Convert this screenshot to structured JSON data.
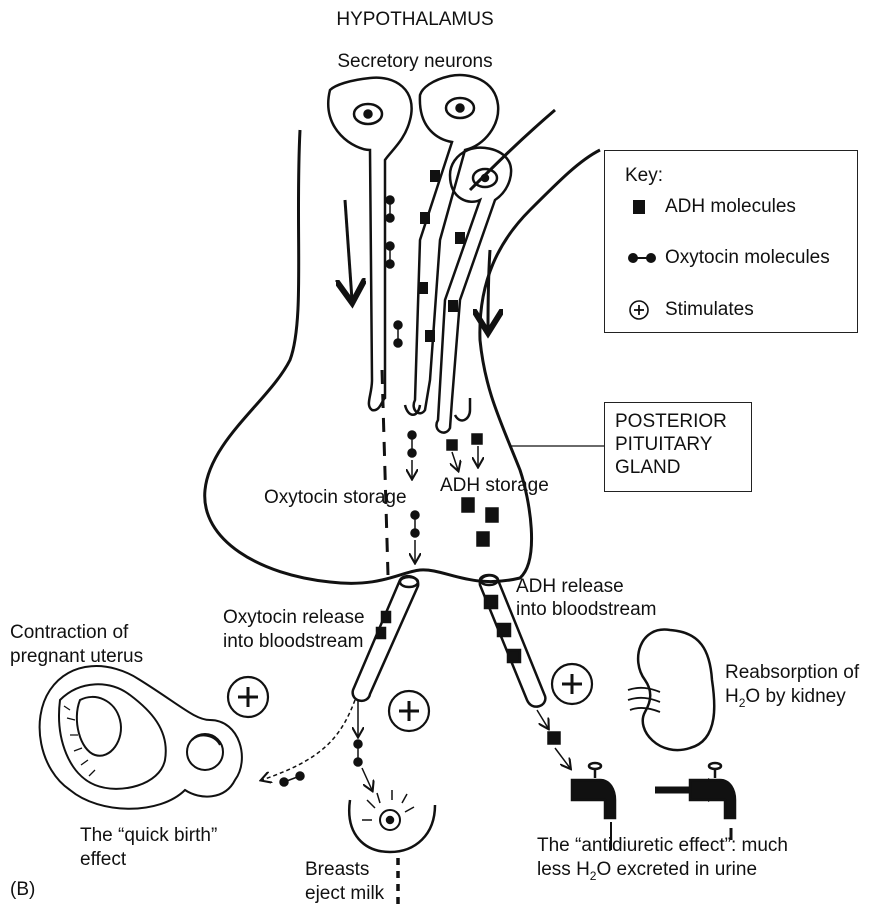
{
  "figure_label": "(B)",
  "title": "HYPOTHALAMUS",
  "secretory_neurons": "Secretory neurons",
  "key": {
    "heading": "Key:",
    "items": [
      {
        "icon": "adh-square-icon",
        "label": "ADH molecules"
      },
      {
        "icon": "oxytocin-dumbbell-icon",
        "label": "Oxytocin molecules"
      },
      {
        "icon": "plus-circle-icon",
        "label": "Stimulates"
      }
    ]
  },
  "posterior_pituitary": [
    "POSTERIOR",
    "PITUITARY",
    "GLAND"
  ],
  "oxytocin_storage": "Oxytocin storage",
  "adh_storage": "ADH storage",
  "oxytocin_release": [
    "Oxytocin release",
    "into bloodstream"
  ],
  "adh_release": [
    "ADH release",
    "into bloodstream"
  ],
  "uterus_label": [
    "Contraction of",
    "pregnant uterus"
  ],
  "quick_birth": [
    "The “quick birth”",
    "effect"
  ],
  "breasts": [
    "Breasts",
    "eject milk"
  ],
  "kidney": {
    "line1": "Reabsorption of",
    "line2_pre": "H",
    "line2_sub": "2",
    "line2_post": "O by kidney"
  },
  "antidiuretic": {
    "line1": "The “antidiuretic effect”: much",
    "line2_pre": "less H",
    "line2_sub": "2",
    "line2_post": "O excreted in urine"
  },
  "colors": {
    "ink": "#111111",
    "background": "#ffffff"
  }
}
